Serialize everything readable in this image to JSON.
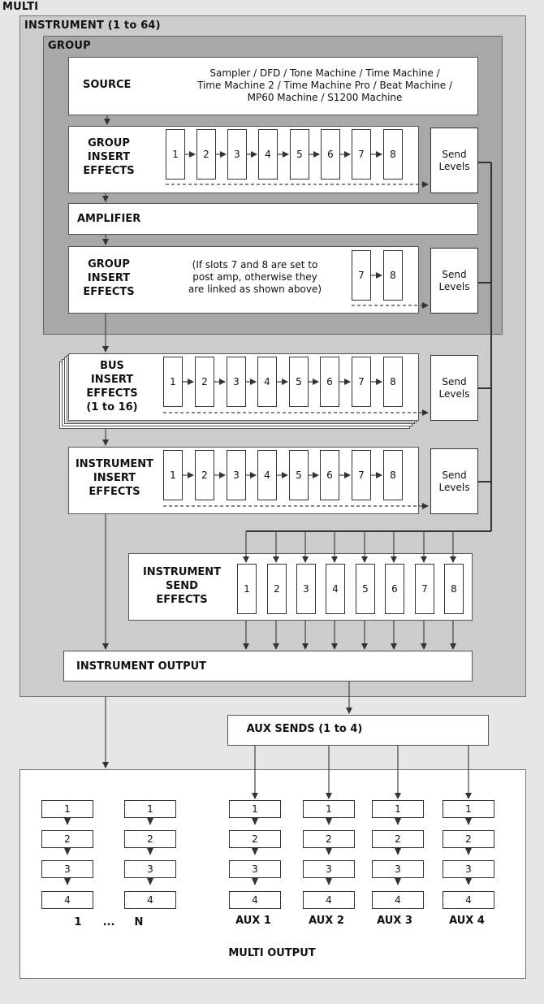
{
  "multi": {
    "title": "MULTI"
  },
  "instrument": {
    "title": "INSTRUMENT (1 to 64)"
  },
  "group": {
    "title": "GROUP"
  },
  "source": {
    "label": "SOURCE",
    "line1": "Sampler / DFD / Tone Machine / Time Machine /",
    "line2": "Time Machine 2 / Time Machine Pro / Beat Machine /",
    "line3": "MP60 Machine / S1200 Machine"
  },
  "group_insert_1": {
    "line1": "GROUP",
    "line2": "INSERT",
    "line3": "EFFECTS"
  },
  "amplifier": {
    "label": "AMPLIFIER"
  },
  "group_insert_2": {
    "line1": "GROUP",
    "line2": "INSERT",
    "line3": "EFFECTS",
    "note1": "(If slots 7 and 8 are set to",
    "note2": "post amp, otherwise they",
    "note3": "are linked as shown above)"
  },
  "bus_insert": {
    "line1": "BUS",
    "line2": "INSERT",
    "line3": "EFFECTS",
    "line4": "(1 to 16)"
  },
  "instrument_insert": {
    "line1": "INSTRUMENT",
    "line2": "INSERT",
    "line3": "EFFECTS"
  },
  "instrument_send": {
    "line1": "INSTRUMENT",
    "line2": "SEND",
    "line3": "EFFECTS"
  },
  "send_levels": {
    "line1": "Send",
    "line2": "Levels"
  },
  "slots": [
    "1",
    "2",
    "3",
    "4",
    "5",
    "6",
    "7",
    "8"
  ],
  "instrument_output": {
    "label": "INSTRUMENT OUTPUT"
  },
  "aux_sends": {
    "label": "AUX SENDS (1 to 4)"
  },
  "multi_output": {
    "label": "MULTI OUTPUT",
    "steps": [
      "1",
      "2",
      "3",
      "4"
    ],
    "columns": [
      "1",
      "N",
      "AUX 1",
      "AUX 2",
      "AUX 3",
      "AUX 4"
    ],
    "ellipsis": "..."
  }
}
